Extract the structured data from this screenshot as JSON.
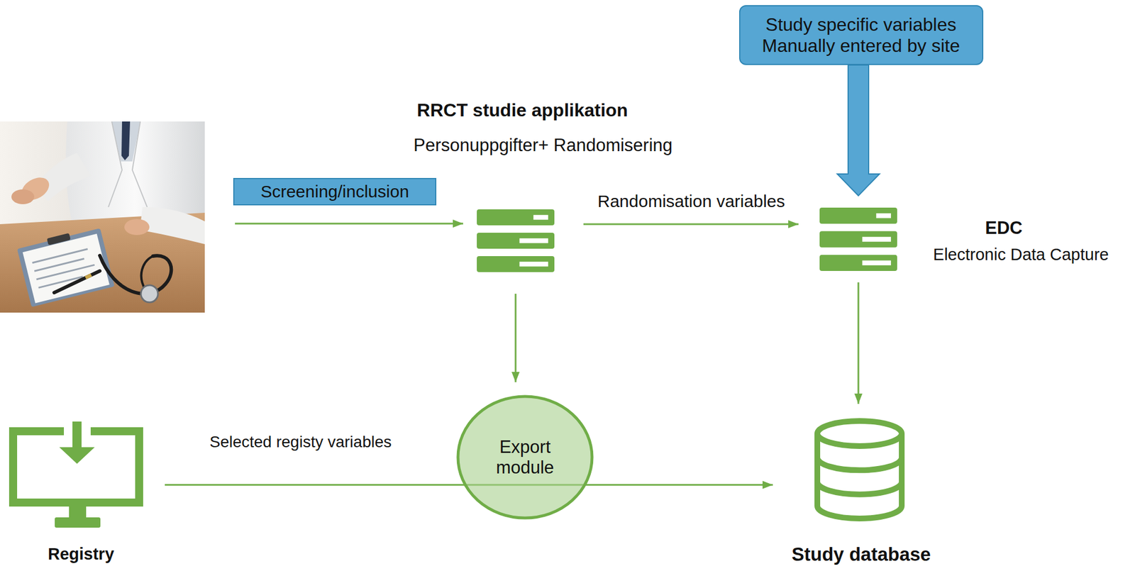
{
  "diagram": {
    "nodes": [
      {
        "text": [
          "Study specific variables Manually entered by site"
        ]
      },
      {
        "text": [
          "RRCT studie applikation",
          "Personuppgifter+ Randomisering"
        ]
      },
      {
        "text": [
          "Screening/inclusion"
        ]
      },
      {
        "text": [
          "EDC",
          "Electronic Data Capture"
        ]
      },
      {
        "text": [
          "Export module"
        ]
      },
      {
        "text": [
          "Registry"
        ]
      },
      {
        "text": [
          "Study database"
        ]
      }
    ],
    "edges": [
      {
        "from": 1,
        "to": 3,
        "label": "Randomisation variables",
        "arrow": "to"
      },
      {
        "from": 0,
        "to": 3,
        "arrow": "to"
      },
      {
        "from": 1,
        "to": 4,
        "arrow": "to"
      },
      {
        "from": 3,
        "to": 6,
        "arrow": "to"
      },
      {
        "from": 5,
        "to": 6,
        "label": "Selected registy variables",
        "arrow": "to"
      }
    ]
  }
}
